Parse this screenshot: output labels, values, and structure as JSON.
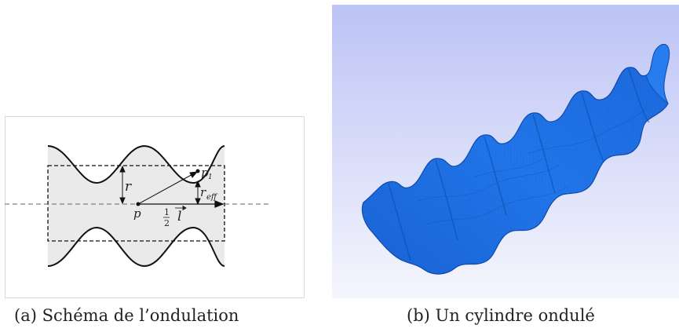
{
  "figure_a": {
    "caption": "(a) Schéma de l’ondulation",
    "labels": {
      "r": "r",
      "p": "p",
      "p1": "p",
      "p1_sub": "1",
      "r_eff": "r",
      "r_eff_sub": "eff",
      "half": "1",
      "half_den": "2",
      "l": "l"
    }
  },
  "figure_b": {
    "caption": "(b) Un cylindre ondulé",
    "colors": {
      "background_top": "#bfc6f6",
      "background_bottom": "#f4f5fd",
      "object": "#1d6fe3",
      "object_dark": "#0f4fb5"
    }
  }
}
